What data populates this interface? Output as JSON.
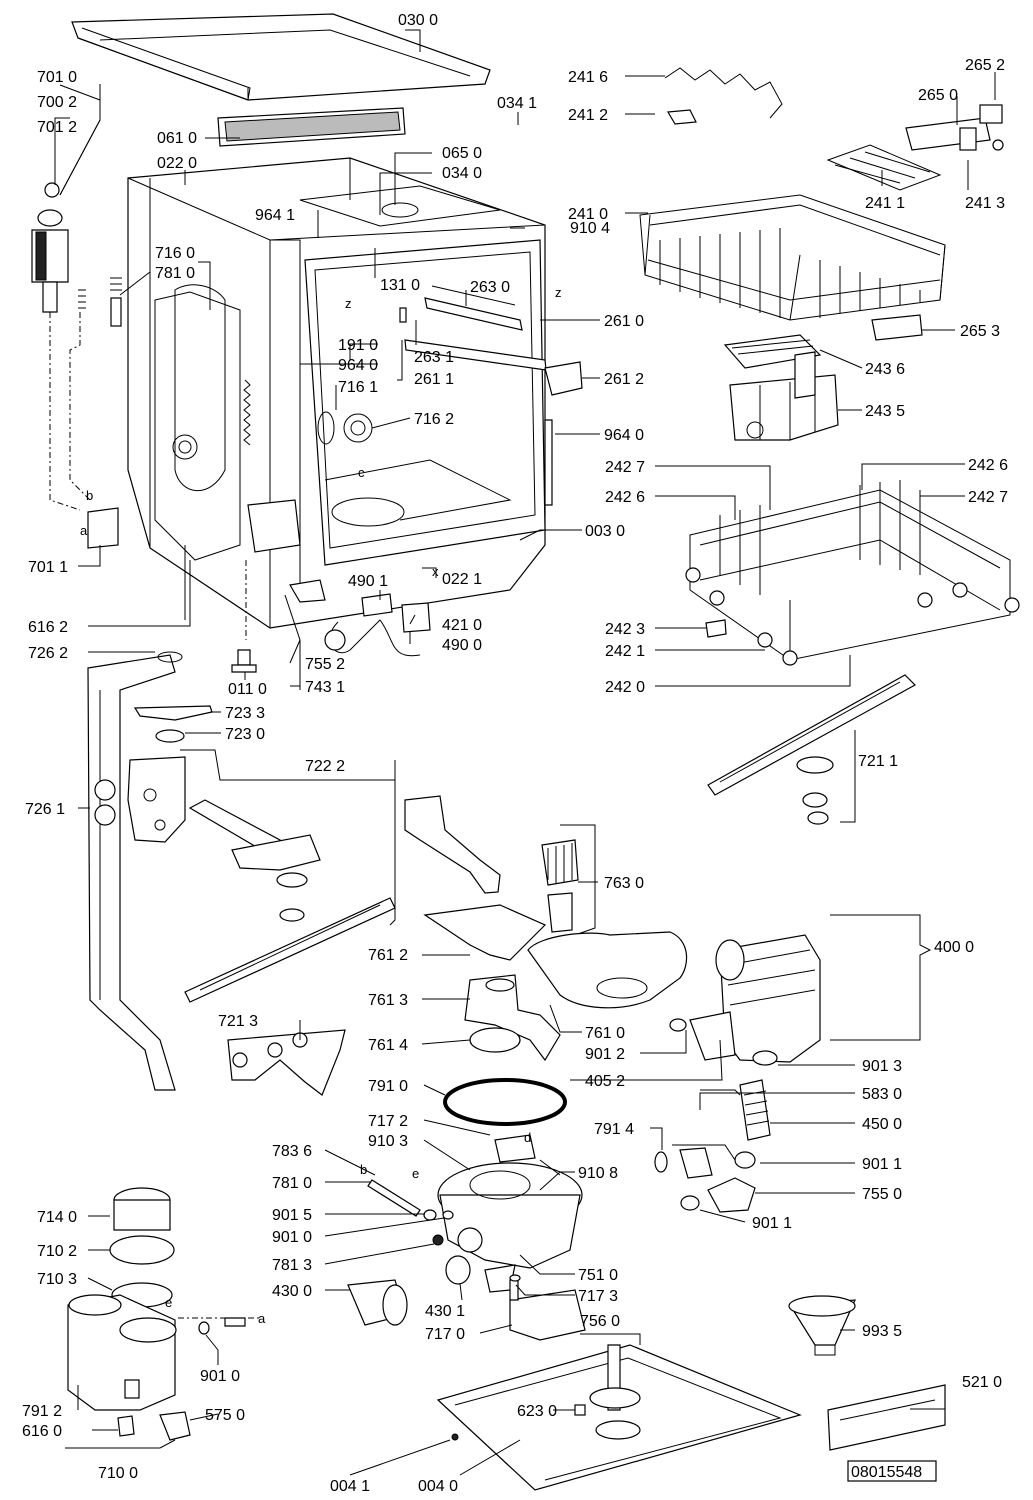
{
  "parts": [
    {
      "id": "p0300",
      "label": "030 0"
    },
    {
      "id": "p7010",
      "label": "701 0"
    },
    {
      "id": "p7002",
      "label": "700 2"
    },
    {
      "id": "p7012",
      "label": "701 2"
    },
    {
      "id": "p0610",
      "label": "061 0"
    },
    {
      "id": "p0220",
      "label": "022 0"
    },
    {
      "id": "p0341",
      "label": "034 1"
    },
    {
      "id": "p0650",
      "label": "065 0"
    },
    {
      "id": "p0340",
      "label": "034 0"
    },
    {
      "id": "p9641",
      "label": "964 1"
    },
    {
      "id": "p9104",
      "label": "910 4"
    },
    {
      "id": "p7160",
      "label": "716 0"
    },
    {
      "id": "p7810a",
      "label": "781 0"
    },
    {
      "id": "p1310",
      "label": "131 0"
    },
    {
      "id": "p2630",
      "label": "263 0"
    },
    {
      "id": "p2610",
      "label": "261 0"
    },
    {
      "id": "p1910",
      "label": "191 0"
    },
    {
      "id": "p9640a",
      "label": "964 0"
    },
    {
      "id": "p2631",
      "label": "263 1"
    },
    {
      "id": "p2611",
      "label": "261 1"
    },
    {
      "id": "p2612",
      "label": "261 2"
    },
    {
      "id": "p7161",
      "label": "716 1"
    },
    {
      "id": "p7162",
      "label": "716 2"
    },
    {
      "id": "p9640b",
      "label": "964 0"
    },
    {
      "id": "p0030",
      "label": "003 0"
    },
    {
      "id": "p7011",
      "label": "701 1"
    },
    {
      "id": "p4901",
      "label": "490 1"
    },
    {
      "id": "p0221",
      "label": "022 1"
    },
    {
      "id": "p4210",
      "label": "421 0"
    },
    {
      "id": "p4900",
      "label": "490 0"
    },
    {
      "id": "p6162",
      "label": "616 2"
    },
    {
      "id": "p7262",
      "label": "726 2"
    },
    {
      "id": "p7552",
      "label": "755 2"
    },
    {
      "id": "p0110",
      "label": "011 0"
    },
    {
      "id": "p7431",
      "label": "743 1"
    },
    {
      "id": "p7233",
      "label": "723 3"
    },
    {
      "id": "p7230",
      "label": "723 0"
    },
    {
      "id": "p7222",
      "label": "722 2"
    },
    {
      "id": "p7261",
      "label": "726 1"
    },
    {
      "id": "p2416",
      "label": "241 6"
    },
    {
      "id": "p2412",
      "label": "241 2"
    },
    {
      "id": "p2652",
      "label": "265 2"
    },
    {
      "id": "p2650",
      "label": "265 0"
    },
    {
      "id": "p2411",
      "label": "241 1"
    },
    {
      "id": "p2413",
      "label": "241 3"
    },
    {
      "id": "p2410",
      "label": "241 0"
    },
    {
      "id": "p2653",
      "label": "265 3"
    },
    {
      "id": "p2436",
      "label": "243 6"
    },
    {
      "id": "p2435",
      "label": "243 5"
    },
    {
      "id": "p2427a",
      "label": "242 7"
    },
    {
      "id": "p2426a",
      "label": "242 6"
    },
    {
      "id": "p2426b",
      "label": "242 6"
    },
    {
      "id": "p2427b",
      "label": "242 7"
    },
    {
      "id": "p2423",
      "label": "242 3"
    },
    {
      "id": "p2421",
      "label": "242 1"
    },
    {
      "id": "p2420",
      "label": "242 0"
    },
    {
      "id": "p7211",
      "label": "721 1"
    },
    {
      "id": "p7630",
      "label": "763 0"
    },
    {
      "id": "p7612",
      "label": "761 2"
    },
    {
      "id": "p4000",
      "label": "400 0"
    },
    {
      "id": "p7613",
      "label": "761 3"
    },
    {
      "id": "p7213",
      "label": "721 3"
    },
    {
      "id": "p7610",
      "label": "761 0"
    },
    {
      "id": "p7614",
      "label": "761 4"
    },
    {
      "id": "p9012",
      "label": "901 2"
    },
    {
      "id": "p4052",
      "label": "405 2"
    },
    {
      "id": "p9013",
      "label": "901 3"
    },
    {
      "id": "p7910",
      "label": "791 0"
    },
    {
      "id": "p5830",
      "label": "583 0"
    },
    {
      "id": "p7172",
      "label": "717 2"
    },
    {
      "id": "p4500",
      "label": "450 0"
    },
    {
      "id": "p9103",
      "label": "910 3"
    },
    {
      "id": "p7914",
      "label": "791 4"
    },
    {
      "id": "p7836",
      "label": "783 6"
    },
    {
      "id": "p9108",
      "label": "910 8"
    },
    {
      "id": "p9011a",
      "label": "901 1"
    },
    {
      "id": "p7810b",
      "label": "781 0"
    },
    {
      "id": "p7550",
      "label": "755 0"
    },
    {
      "id": "p9015",
      "label": "901 5"
    },
    {
      "id": "p9011b",
      "label": "901 1"
    },
    {
      "id": "p7140",
      "label": "714 0"
    },
    {
      "id": "p9010a",
      "label": "901 0"
    },
    {
      "id": "p7102",
      "label": "710 2"
    },
    {
      "id": "p7813",
      "label": "781 3"
    },
    {
      "id": "p7510",
      "label": "751 0"
    },
    {
      "id": "p7103",
      "label": "710 3"
    },
    {
      "id": "p4300",
      "label": "430 0"
    },
    {
      "id": "p7173",
      "label": "717 3"
    },
    {
      "id": "p4301",
      "label": "430 1"
    },
    {
      "id": "p7170",
      "label": "717 0"
    },
    {
      "id": "p7560",
      "label": "756 0"
    },
    {
      "id": "p9935",
      "label": "993 5"
    },
    {
      "id": "p9010b",
      "label": "901 0"
    },
    {
      "id": "p5210",
      "label": "521 0"
    },
    {
      "id": "p5750",
      "label": "575 0"
    },
    {
      "id": "p7912",
      "label": "791 2"
    },
    {
      "id": "p6230",
      "label": "623 0"
    },
    {
      "id": "p6160",
      "label": "616 0"
    },
    {
      "id": "p7100",
      "label": "710 0"
    },
    {
      "id": "p0041",
      "label": "004 1"
    },
    {
      "id": "p0040",
      "label": "004 0"
    }
  ],
  "letters": {
    "z1": "z",
    "z2": "z",
    "c": "c",
    "x": "x",
    "b1": "b",
    "a1": "a",
    "d": "d",
    "e1": "e",
    "b2": "b",
    "e2": "e",
    "a2": "a"
  },
  "drawing_number": "08015548"
}
